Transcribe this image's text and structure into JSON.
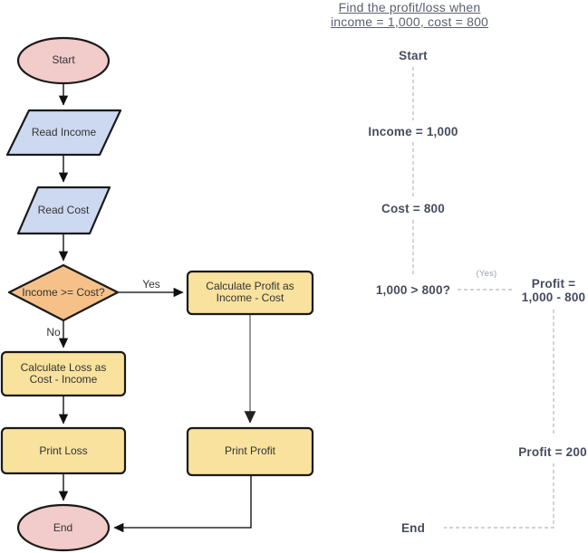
{
  "flowchart": {
    "start": "Start",
    "read_income": "Read Income",
    "read_cost": "Read Cost",
    "decision": "Income >= Cost?",
    "yes_label": "Yes",
    "no_label": "No",
    "calc_profit": "Calculate Profit as\nIncome - Cost",
    "calc_loss": "Calculate Loss as\nCost - Income",
    "print_loss": "Print Loss",
    "print_profit": "Print Profit",
    "end": "End",
    "colors": {
      "terminal_fill": "#f2cbcb",
      "io_fill": "#cdd9f0",
      "decision_fill": "#f5c189",
      "process_fill": "#f8e29e",
      "outline": "#1a1a1a",
      "connector": "#000000",
      "gray_connector": "#808080"
    }
  },
  "trace": {
    "title": "Find the profit/loss when\nincome = 1,000, cost = 800",
    "steps": {
      "start": "Start",
      "income": "Income = 1,000",
      "cost": "Cost = 800",
      "decision": "1,000 > 800?",
      "branch_note": "(Yes)",
      "profit_formula": "Profit =\n1,000 - 800",
      "profit_value": "Profit = 200",
      "end": "End"
    },
    "colors": {
      "label_text": "#464c5e",
      "title_text": "#5a6170",
      "note_text": "#9ba0aa",
      "dashed_line": "#b8b8b8"
    }
  }
}
